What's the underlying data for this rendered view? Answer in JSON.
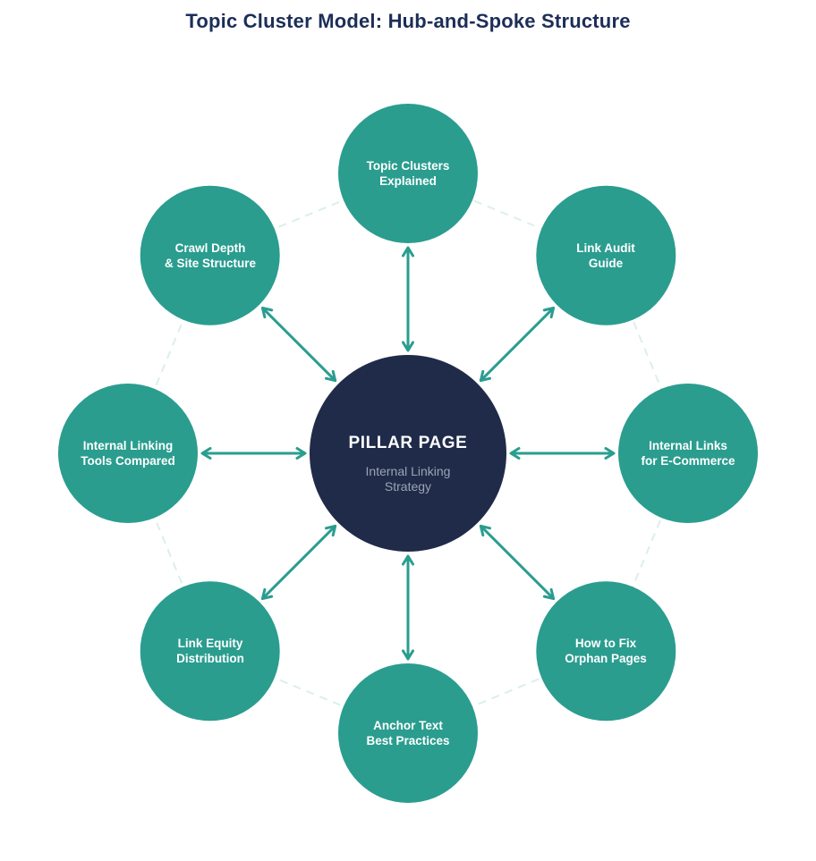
{
  "title": "Topic Cluster Model: Hub-and-Spoke Structure",
  "hub": {
    "label": "PILLAR PAGE",
    "subtitle": "Internal Linking Strategy",
    "subtitle_lines": [
      "Internal Linking",
      "Strategy"
    ]
  },
  "spokes": [
    {
      "position": "top",
      "label": "Topic Clusters Explained",
      "lines": [
        "Topic Clusters",
        "Explained"
      ]
    },
    {
      "position": "top-right",
      "label": "Link Audit Guide",
      "lines": [
        "Link Audit",
        "Guide"
      ]
    },
    {
      "position": "right",
      "label": "Internal Links for E-Commerce",
      "lines": [
        "Internal Links",
        "for E-Commerce"
      ]
    },
    {
      "position": "bottom-right",
      "label": "How to Fix Orphan Pages",
      "lines": [
        "How to Fix",
        "Orphan Pages"
      ]
    },
    {
      "position": "bottom",
      "label": "Anchor Text Best Practices",
      "lines": [
        "Anchor Text",
        "Best Practices"
      ]
    },
    {
      "position": "bottom-left",
      "label": "Link Equity Distribution",
      "lines": [
        "Link Equity",
        "Distribution"
      ]
    },
    {
      "position": "left",
      "label": "Internal Linking Tools Compared",
      "lines": [
        "Internal Linking",
        "Tools Compared"
      ]
    },
    {
      "position": "top-left",
      "label": "Crawl Depth & Site Structure",
      "lines": [
        "Crawl Depth",
        "& Site Structure"
      ]
    }
  ],
  "colors": {
    "background": "#ffffff",
    "title_text": "#1c2e58",
    "hub_fill": "#1f2b49",
    "hub_title_text": "#ffffff",
    "hub_subtitle_text": "#9aa4b6",
    "spoke_fill": "#2a9d8f",
    "spoke_text": "#ffffff",
    "arrow": "#2a9d8f",
    "ring_dash": "#dcefeb"
  }
}
